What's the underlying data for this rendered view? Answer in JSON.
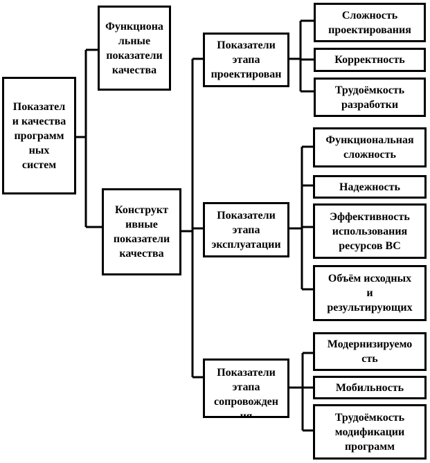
{
  "nodes": {
    "root": "Показател\nи качества\nпрограмм\nных\nсистем",
    "functional": "Функциона\nльные\nпоказатели\nкачества",
    "constructive": "Конструкт\nивные\nпоказатели\nкачества",
    "stage_design": "Показатели\nэтапа\nпроектирован",
    "stage_operation": "Показатели\nэтапа\nэксплуатации",
    "stage_maintenance": "Показатели\nэтапа\nсопровожден\nия",
    "design_complexity": "Сложность\nпроектирования",
    "correctness": "Корректность",
    "dev_effort": "Трудоёмкость\nразработки",
    "functional_complexity": "Функциональная\nсложность",
    "reliability": "Надежность",
    "resource_efficiency": "Эффективность\nиспользования\nресурсов ВС",
    "data_volume": "Объём исходных\nи\nрезультирующих",
    "modifiability": "Модернизируемо\nсть",
    "mobility": "Мобильность",
    "modification_effort": "Трудоёмкость\nмодификации\nпрограмм"
  }
}
